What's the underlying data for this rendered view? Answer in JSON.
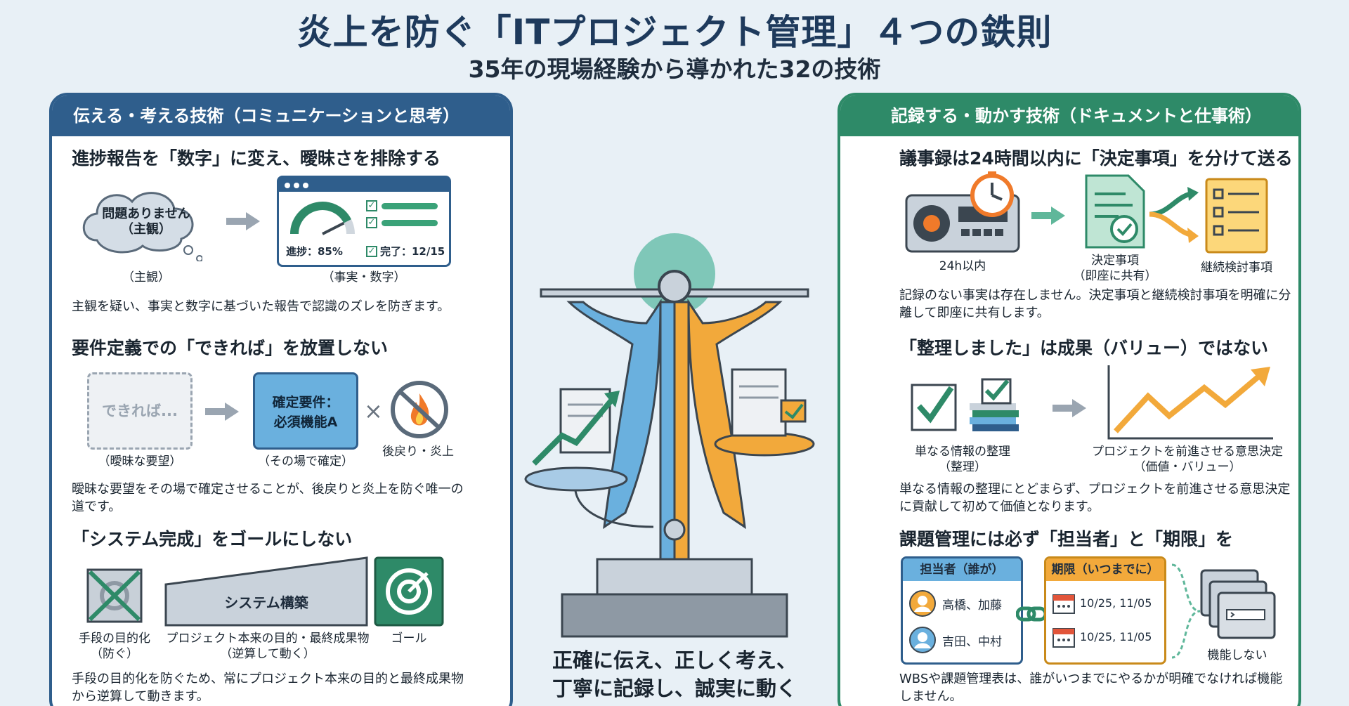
{
  "header": {
    "title": "炎上を防ぐ「ITプロジェクト管理」４つの鉄則",
    "subtitle": "35年の現場経験から導かれた32の技術"
  },
  "left_panel": {
    "heading": "伝える・考える技術（コミュニケーションと思考）",
    "sections": [
      {
        "title": "進捗報告を「数字」に変え、曖昧さを排除する",
        "cloud_text": "問題ありません\n（主観）",
        "cloud_caption": "（主観）",
        "dashboard_progress": "進捗：85%",
        "dashboard_done": "完了：12/15",
        "dashboard_caption": "（事実・数字）",
        "gauge_value": 0.85,
        "desc": "主観を疑い、事実と数字に基づいた報告で認識のズレを防ぎます。"
      },
      {
        "title": "要件定義での「できれば」を放置しない",
        "vague_text": "できれば...",
        "vague_caption": "（曖昧な要望）",
        "fixed_text": "確定要件：\n必須機能A",
        "fixed_caption": "（その場で確定）",
        "times_symbol": "×",
        "fire_caption": "後戻り・炎上",
        "desc": "曖昧な要望をその場で確定させることが、後戻りと炎上を防ぐ唯一の道です。"
      },
      {
        "title": "「システム完成」をゴールにしない",
        "means_caption": "手段の目的化\n（防ぐ）",
        "build_text": "システム構築",
        "build_caption": "プロジェクト本来の目的・最終成果物\n（逆算して動く）",
        "goal_caption": "ゴール",
        "desc": "手段の目的化を防ぐため、常にプロジェクト本来の目的と最終成果物から逆算して動きます。"
      }
    ]
  },
  "right_panel": {
    "heading": "記録する・動かす技術（ドキュメントと仕事術）",
    "sections": [
      {
        "title": "議事録は24時間以内に「決定事項」を分けて送る",
        "recorder_caption": "24h以内",
        "decision_caption": "決定事項\n（即座に共有）",
        "pending_caption": "継続検討事項",
        "desc": "記録のない事実は存在しません。決定事項と継続検討事項を明確に分離して即座に共有します。"
      },
      {
        "title": "「整理しました」は成果（バリュー）ではない",
        "organize_caption": "単なる情報の整理\n（整理）",
        "advance_caption": "プロジェクトを前進させる意思決定\n（価値・バリュー）",
        "desc": "単なる情報の整理にとどまらず、プロジェクトを前進させる意思決定に貢献して初めて価値となります。"
      },
      {
        "title": "課題管理には必ず「担当者」と「期限」を",
        "owner_head": "担当者（誰が）",
        "owners": [
          "高橋、加藤",
          "吉田、中村"
        ],
        "due_head": "期限（いつまでに）",
        "dues": [
          "10/25, 11/05",
          "10/25, 11/05"
        ],
        "fail_caption": "機能しない",
        "desc": "WBSや課題管理表は、誰がいつまでにやるかが明確でなければ機能しません。"
      }
    ]
  },
  "center": {
    "motto": "正確に伝え、正しく考え、\n丁寧に記録し、誠実に動く"
  },
  "colors": {
    "blue": "#2f5e8c",
    "green": "#2e8a68",
    "orange": "#f2a93b",
    "lightblue": "#6ab0de"
  }
}
